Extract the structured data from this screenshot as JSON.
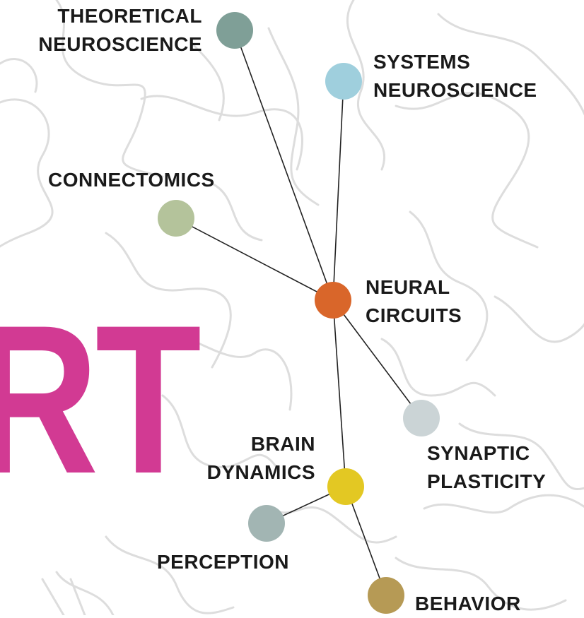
{
  "big_text": "RT",
  "colors": {
    "brain_outline": "#dddddd",
    "edge": "#222222",
    "accent_text": "#d23a93",
    "label": "#1a1a1a"
  },
  "nodes": {
    "theoretical_neuroscience": {
      "line1": "THEORETICAL",
      "line2": "NEUROSCIENCE",
      "color": "#7f9f97"
    },
    "systems_neuroscience": {
      "line1": "SYSTEMS",
      "line2": "NEUROSCIENCE",
      "color": "#9fcfdd"
    },
    "connectomics": {
      "line1": "CONNECTOMICS",
      "color": "#b4c39b"
    },
    "neural_circuits": {
      "line1": "NEURAL",
      "line2": "CIRCUITS",
      "color": "#d9662a"
    },
    "synaptic_plasticity": {
      "line1": "SYNAPTIC",
      "line2": "PLASTICITY",
      "color": "#cbd4d6"
    },
    "brain_dynamics": {
      "line1": "BRAIN",
      "line2": "DYNAMICS",
      "color": "#e3c823"
    },
    "perception": {
      "line1": "PERCEPTION",
      "color": "#a2b5b3"
    },
    "behavior": {
      "line1": "BEHAVIOR",
      "color": "#b69a55"
    }
  },
  "edges": [
    [
      "theoretical_neuroscience",
      "neural_circuits"
    ],
    [
      "systems_neuroscience",
      "neural_circuits"
    ],
    [
      "connectomics",
      "neural_circuits"
    ],
    [
      "neural_circuits",
      "synaptic_plasticity"
    ],
    [
      "neural_circuits",
      "brain_dynamics"
    ],
    [
      "brain_dynamics",
      "perception"
    ],
    [
      "brain_dynamics",
      "behavior"
    ]
  ]
}
